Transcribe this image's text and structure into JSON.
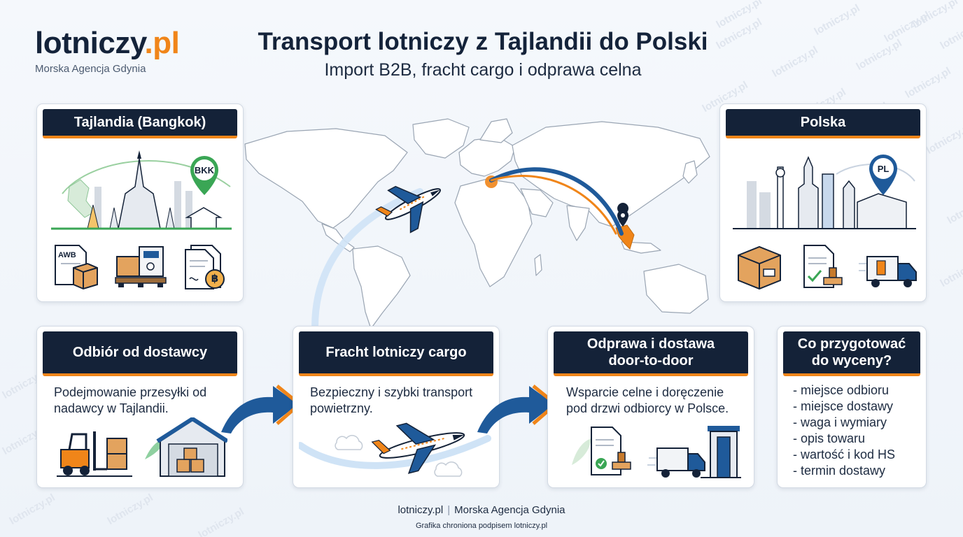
{
  "brand": {
    "logo_text": "lotniczy",
    "logo_tld": ".pl",
    "agency": "Morska Agencja Gdynia",
    "watermark": "lotniczy.pl"
  },
  "header": {
    "title": "Transport lotniczy z Tajlandii do Polski",
    "subtitle": "Import B2B, fracht cargo i odprawa celna"
  },
  "origin": {
    "title": "Tajlandia (Bangkok)",
    "pin_code": "BKK",
    "doc_label": "AWB",
    "currency_symbol": "฿"
  },
  "destination": {
    "title": "Polska",
    "pin_code": "PL"
  },
  "steps": [
    {
      "title": "Odbiór od dostawcy",
      "desc": "Podejmowanie przesyłki od nadawcy w Tajlandii."
    },
    {
      "title": "Fracht lotniczy cargo",
      "desc": "Bezpieczny i szybki transport powietrzny."
    },
    {
      "title": "Odprawa i dostawa door-to-door",
      "desc": "Wsparcie celne i doręczenie pod drzwi odbiorcy w Polsce."
    }
  ],
  "checklist": {
    "title": "Co przygotować do wyceny?",
    "items": [
      "- miejsce odbioru",
      "- miejsce dostawy",
      "- waga i wymiary",
      "- opis towaru",
      "- wartość i kod HS",
      "- termin dostawy"
    ]
  },
  "footer": {
    "site": "lotniczy.pl",
    "agency": "Morska Agencja Gdynia",
    "note": "Grafika chroniona podpisem lotniczy.pl"
  },
  "colors": {
    "navy": "#142238",
    "orange": "#f08519",
    "blue": "#1f5a9a",
    "green": "#3aa655"
  },
  "icons": [
    "airplane-icon",
    "location-pin-icon",
    "awb-document-icon",
    "pallet-machine-icon",
    "invoice-icon",
    "box-icon",
    "stamped-document-icon",
    "delivery-truck-icon",
    "forklift-icon",
    "warehouse-icon",
    "cloud-icon",
    "door-icon",
    "arrow-right-icon"
  ]
}
